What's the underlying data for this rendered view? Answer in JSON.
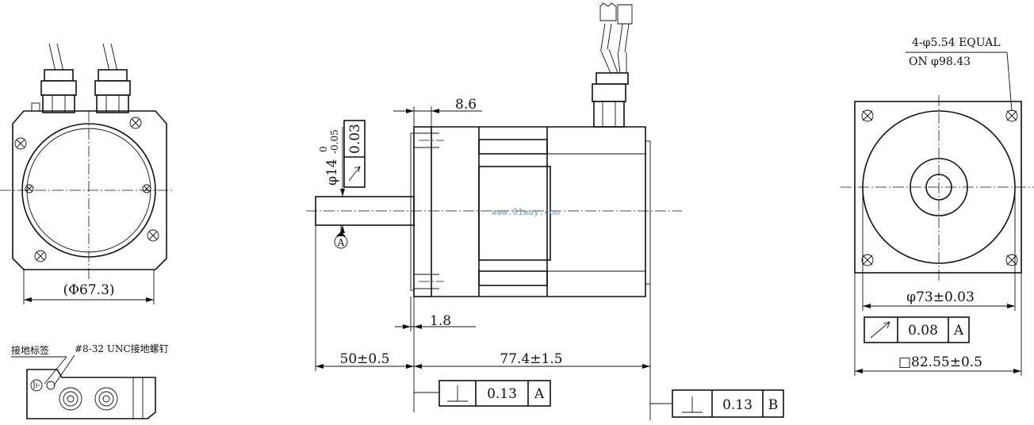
{
  "watermark": "www.01way.com",
  "front_left": {
    "dim_diameter": "(Φ67.3)"
  },
  "ground_view": {
    "label_ground_mark": "接地标签",
    "label_ground_screw": "#8-32 UNC接地螺钉"
  },
  "side_view": {
    "dim_flange_step": "8.6",
    "dim_shaft_dia": "φ14",
    "dim_shaft_tol_upper": "0",
    "dim_shaft_tol_lower": "-0.05",
    "runout_value": "0.03",
    "datum_a": "A",
    "dim_pilot": "1.8",
    "dim_shaft_len": "50±0.5",
    "dim_body_len": "77.4±1.5",
    "perp_a_value": "0.13",
    "perp_a_datum": "A",
    "perp_b_value": "0.13",
    "perp_b_datum": "B"
  },
  "front_right": {
    "hole_note_line1": "4-φ5.54 EQUAL",
    "hole_note_line2": "ON φ98.43",
    "dim_pilot_dia": "φ73±0.03",
    "runout_value": "0.08",
    "runout_datum": "A",
    "dim_square": "□82.55±0.5"
  }
}
